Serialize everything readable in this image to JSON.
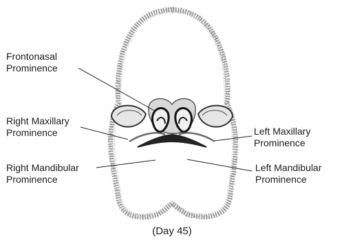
{
  "labels": {
    "frontonasal": [
      "Frontonasal",
      "Prominence"
    ],
    "right_maxillary": [
      "Right Maxillary",
      "Prominence"
    ],
    "right_mandibular": [
      "Right Mandibular",
      "Prominence"
    ],
    "left_maxillary": [
      "Left Maxillary",
      "Prominence"
    ],
    "left_mandibular": [
      "Left Mandibular",
      "Prominence"
    ]
  },
  "caption": "(Day 45)",
  "colors": {
    "ink": "#1a1a1a",
    "stipple": "#7a7a7a",
    "background": "#ffffff"
  }
}
